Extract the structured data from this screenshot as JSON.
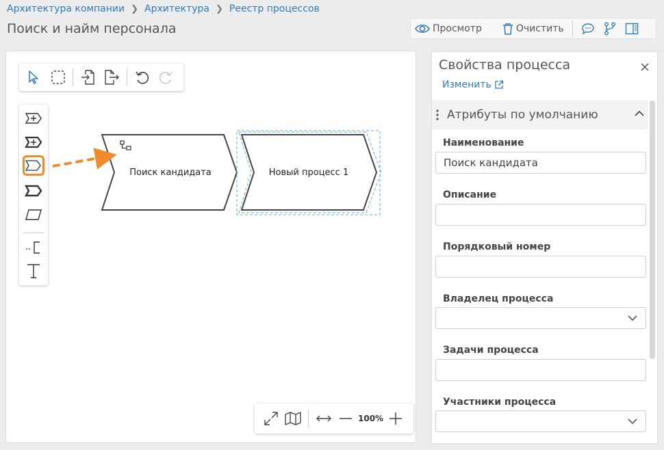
{
  "breadcrumb": [
    "Архитектура компании",
    "Архитектура",
    "Реестр процессов"
  ],
  "page_title": "Поиск и найм персонала",
  "toolbar": {
    "preview_label": "Просмотр",
    "clear_label": "Очистить"
  },
  "diagram": {
    "shapes": [
      {
        "label": "Поиск кандидата",
        "selected": false
      },
      {
        "label": "Новый процесс 1",
        "selected": true
      }
    ]
  },
  "zoom": {
    "level": "100%"
  },
  "panel": {
    "title": "Свойства процесса",
    "edit_label": "Изменить",
    "section_title": "Атрибуты по умолчанию",
    "fields": [
      {
        "label": "Наименование",
        "value": "Поиск кандидата",
        "type": "text"
      },
      {
        "label": "Описание",
        "value": "",
        "type": "text"
      },
      {
        "label": "Порядковый номер",
        "value": "",
        "type": "text"
      },
      {
        "label": "Владелец процесса",
        "value": "",
        "type": "select"
      },
      {
        "label": "Задачи процесса",
        "value": "",
        "type": "text"
      },
      {
        "label": "Участники процесса",
        "value": "",
        "type": "select"
      }
    ]
  },
  "colors": {
    "link": "#2f7bbf",
    "highlight": "#f08a2b",
    "selection": "#5aaee8"
  }
}
